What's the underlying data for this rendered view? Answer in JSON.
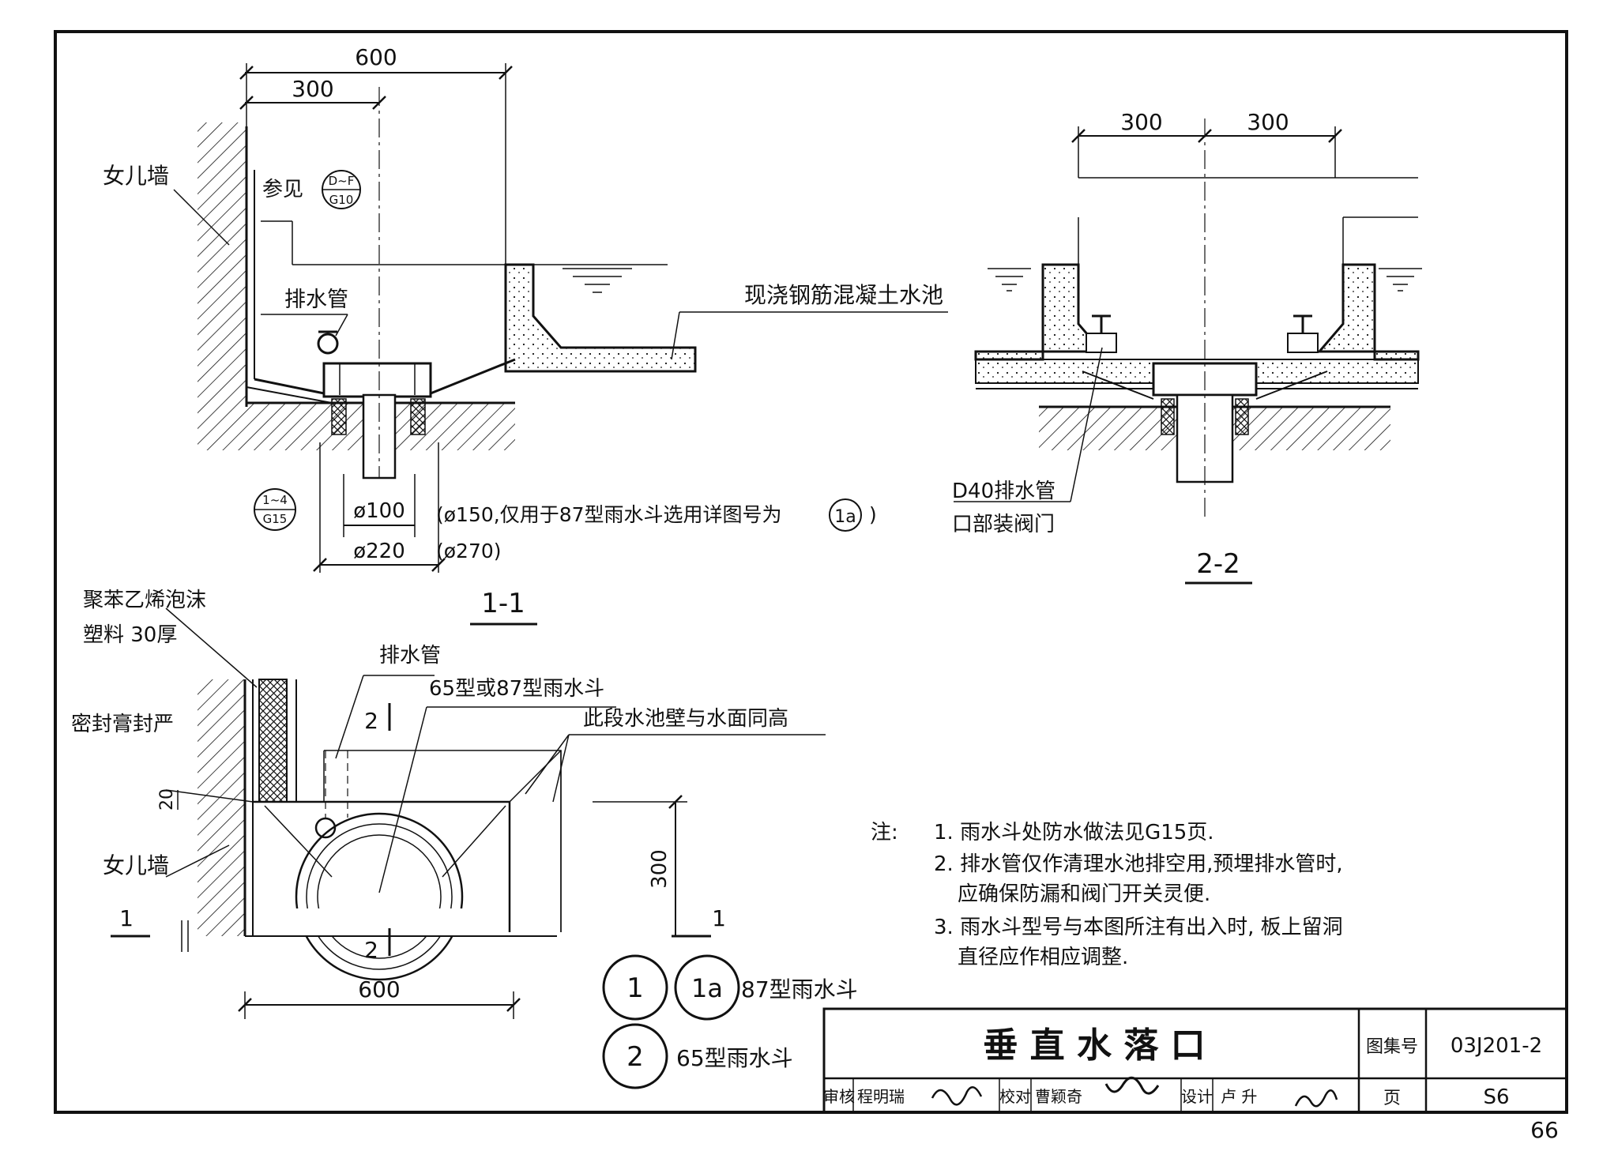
{
  "section_1_1": {
    "dim_600": "600",
    "dim_300": "300",
    "label_parapet": "女儿墙",
    "ref_see": "参见",
    "ref_see_top": "D~F",
    "ref_see_bottom": "G10",
    "label_drain_pipe": "排水管",
    "label_pool": "现浇钢筋混凝土水池",
    "ref_bubble_top": "1~4",
    "ref_bubble_bottom": "G15",
    "dim_phi100": "ø100",
    "dim_phi220": "ø220",
    "note_phi150": "(ø150,仅用于87型雨水斗选用详图号为",
    "note_phi150_ref": "1a",
    "note_phi150_close": ")",
    "note_phi270": "(ø270)",
    "title": "1-1"
  },
  "section_2_2": {
    "dim_left": "300",
    "dim_right": "300",
    "label_valve": "D40排水管",
    "label_valve_2": "口部装阀门",
    "title": "2-2"
  },
  "plan": {
    "label_eps": "聚苯乙烯泡沫",
    "label_eps_2": "塑料 30厚",
    "label_drain_pipe": "排水管",
    "label_hopper": "65型或87型雨水斗",
    "label_wall_height": "此段水池壁与水面同高",
    "label_seal": "密封膏封严",
    "dim_20": "20",
    "label_parapet": "女儿墙",
    "dim_300": "300",
    "dim_600": "600",
    "cut_1": "1",
    "cut_2": "2"
  },
  "notes": {
    "prefix": "注:",
    "items": [
      "1. 雨水斗处防水做法见G15页.",
      "2. 排水管仅作清理水池排空用,预埋排水管时,",
      "应确保防漏和阀门开关灵便.",
      "3. 雨水斗型号与本图所注有出入时, 板上留洞",
      "直径应作相应调整."
    ]
  },
  "legend": {
    "b1": "1",
    "b1a": "1a",
    "t87": "87型雨水斗",
    "b2": "2",
    "t65": "65型雨水斗"
  },
  "title_block": {
    "title": "垂 直 水 落 口",
    "atlas_label": "图集号",
    "atlas_no": "03J201-2",
    "review": "审核",
    "review_name": "程明瑞",
    "check": "校对",
    "check_name": "曹颖奇",
    "design": "设计",
    "design_name": "卢 升",
    "page_label": "页",
    "page_no": "S6"
  },
  "page_number": "66"
}
